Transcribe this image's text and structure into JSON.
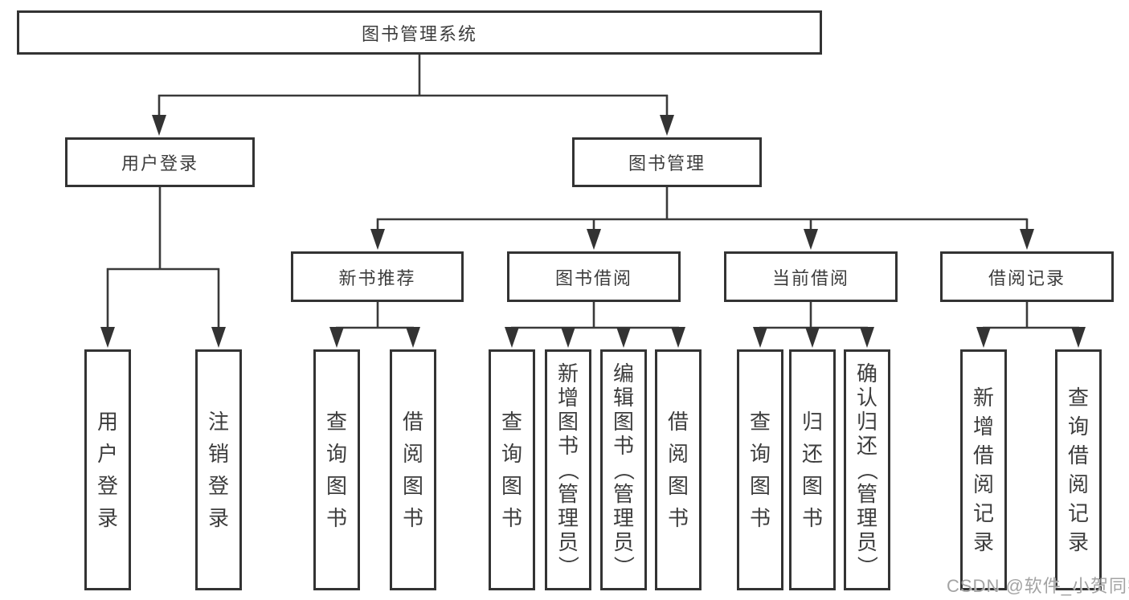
{
  "title": "图书管理系统",
  "watermark": "CSDN @软件_小贺同学",
  "colors": {
    "line": "#3a3a3a",
    "border": "#333333",
    "text": "#3d3d3d",
    "watermark": "#9e9e9e",
    "background": "#ffffff"
  },
  "nodes": {
    "root": {
      "label": "图书管理系统"
    },
    "level2": [
      {
        "label": "用户登录"
      },
      {
        "label": "图书管理"
      }
    ],
    "level3": [
      {
        "label": "新书推荐",
        "parent": "图书管理"
      },
      {
        "label": "图书借阅",
        "parent": "图书管理"
      },
      {
        "label": "当前借阅",
        "parent": "图书管理"
      },
      {
        "label": "借阅记录",
        "parent": "图书管理"
      }
    ],
    "leaves": [
      {
        "label": "用户登录",
        "parent": "用户登录"
      },
      {
        "label": "注销登录",
        "parent": "用户登录"
      },
      {
        "label": "查询图书",
        "parent": "新书推荐"
      },
      {
        "label": "借阅图书",
        "parent": "新书推荐"
      },
      {
        "label": "查询图书",
        "parent": "图书借阅"
      },
      {
        "label": "新增图书（管理员）",
        "parent": "图书借阅"
      },
      {
        "label": "编辑图书（管理员）",
        "parent": "图书借阅"
      },
      {
        "label": "借阅图书",
        "parent": "图书借阅"
      },
      {
        "label": "查询图书",
        "parent": "当前借阅"
      },
      {
        "label": "归还图书",
        "parent": "当前借阅"
      },
      {
        "label": "确认归还（管理员）",
        "parent": "当前借阅"
      },
      {
        "label": "新增借阅记录",
        "parent": "借阅记录"
      },
      {
        "label": "查询借阅记录",
        "parent": "借阅记录"
      }
    ]
  }
}
